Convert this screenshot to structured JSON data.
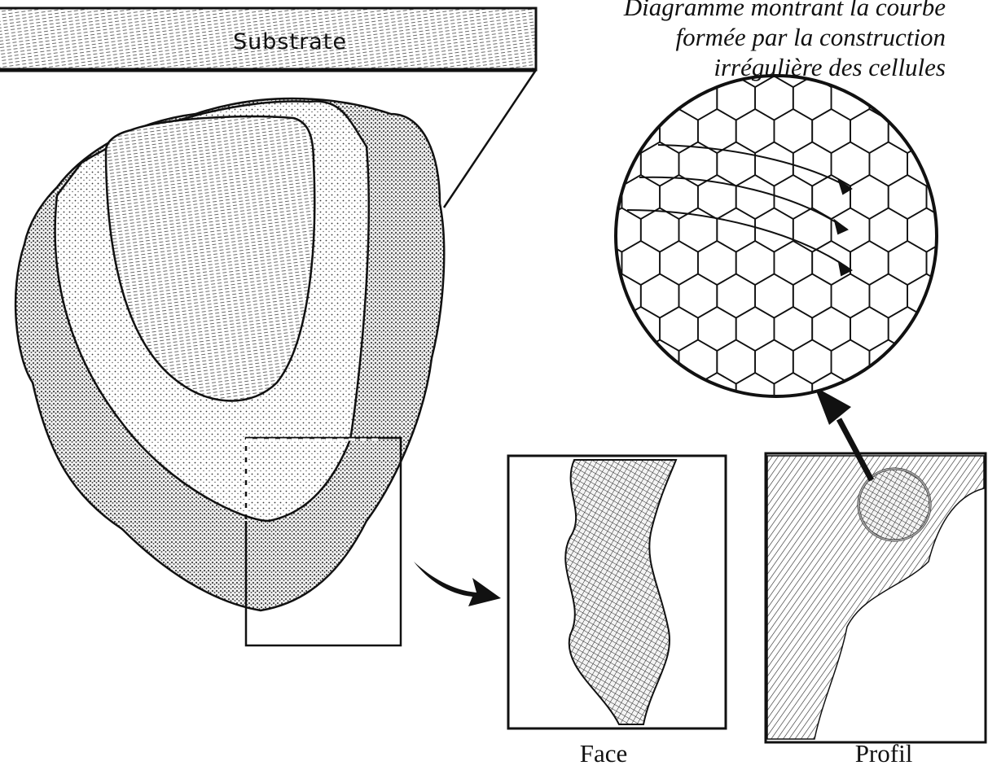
{
  "substrate": {
    "label": "Substrate"
  },
  "caption": {
    "lines": [
      "Diagramme montrant la courbe",
      "formée par la construction",
      "irrégulière des cellules"
    ]
  },
  "panels": {
    "face": {
      "label": "Face"
    },
    "profil": {
      "label": "Profil"
    }
  },
  "colors": {
    "ink": "#111111",
    "paper": "#ffffff"
  },
  "icons": [
    "arrow-right-icon",
    "arrow-up-icon"
  ]
}
